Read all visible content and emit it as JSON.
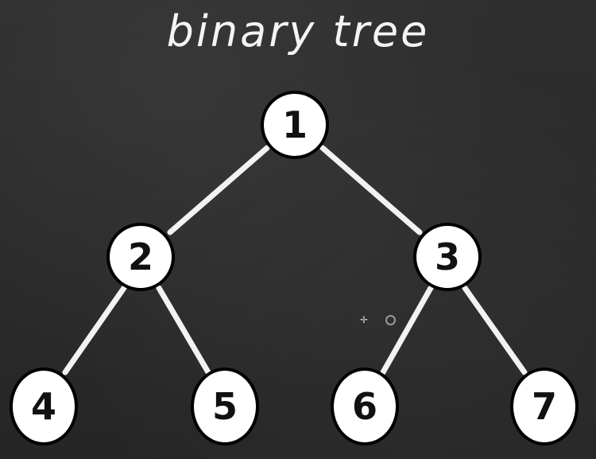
{
  "title": "binary tree",
  "colors": {
    "background": "#2b2b2b",
    "node_fill": "#ffffff",
    "node_border": "#000000",
    "edge": "#f2f2f2",
    "text": "#f4f4f4"
  },
  "nodes": [
    {
      "id": "1",
      "label": "1"
    },
    {
      "id": "2",
      "label": "2"
    },
    {
      "id": "3",
      "label": "3"
    },
    {
      "id": "4",
      "label": "4"
    },
    {
      "id": "5",
      "label": "5"
    },
    {
      "id": "6",
      "label": "6"
    },
    {
      "id": "7",
      "label": "7"
    }
  ],
  "edges": [
    {
      "from": "1",
      "to": "2"
    },
    {
      "from": "1",
      "to": "3"
    },
    {
      "from": "2",
      "to": "4"
    },
    {
      "from": "2",
      "to": "5"
    },
    {
      "from": "3",
      "to": "6"
    },
    {
      "from": "3",
      "to": "7"
    }
  ]
}
